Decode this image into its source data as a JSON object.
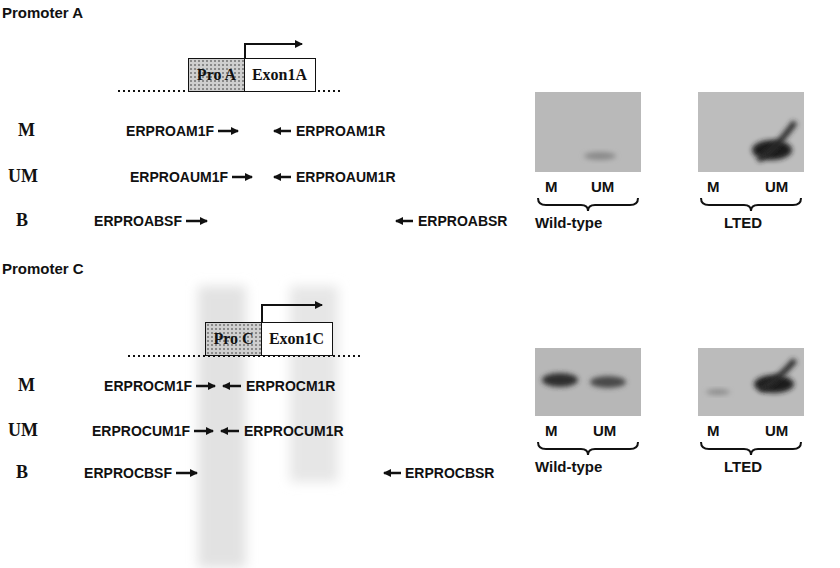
{
  "diagram": {
    "nodes": [
      {
        "text": [
          "Pro A"
        ]
      },
      {
        "text": [
          "Exon1A"
        ]
      },
      {
        "text": [
          "Pro C"
        ]
      },
      {
        "text": [
          "Exon1C"
        ]
      }
    ],
    "labels": [
      "Promoter A",
      "M",
      "ERPROAM1F",
      "ERPROAM1R",
      "UM",
      "ERPROAUM1F",
      "ERPROAUM1R",
      "B",
      "ERPROABSF",
      "ERPROABSR",
      "M",
      "UM",
      "Wild-type",
      "M",
      "UM",
      "LTED",
      "Promoter C",
      "M",
      "ERPROCM1F",
      "ERPROCM1R",
      "UM",
      "ERPROCUM1F",
      "ERPROCUM1R",
      "B",
      "ERPROCBSF",
      "ERPROCBSR",
      "M",
      "UM",
      "Wild-type",
      "M",
      "UM",
      "LTED"
    ]
  }
}
